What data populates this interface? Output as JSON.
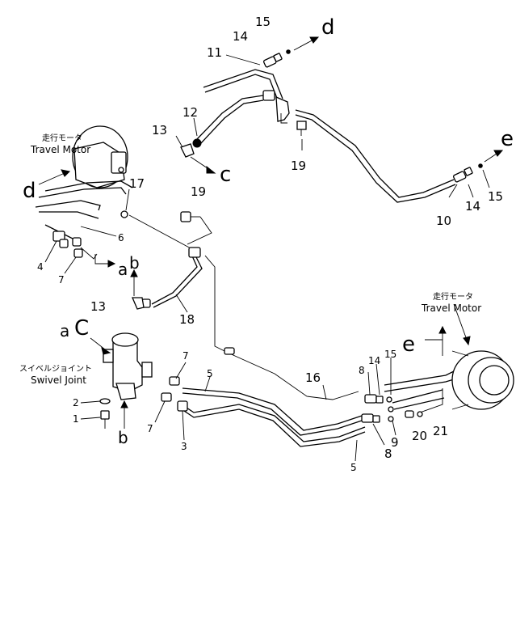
{
  "components": {
    "travel_motor_left": {
      "jp": "走行モータ",
      "en": "Travel Motor"
    },
    "travel_motor_right": {
      "jp": "走行モータ",
      "en": "Travel Motor"
    },
    "swivel_joint": {
      "jp": "スイベルジョイント",
      "en": "Swivel Joint"
    }
  },
  "flow_labels": {
    "d_top": "d",
    "e_right": "e",
    "c_mid": "c",
    "d_left": "d",
    "a_mid": "a",
    "b_mid": "b",
    "a_swivel": "a",
    "c_swivel": "C",
    "b_swivel": "b",
    "e_motor": "e"
  },
  "part_numbers": {
    "p15_top": "15",
    "p14_top": "14",
    "p11": "11",
    "p12": "12",
    "p13_top": "13",
    "p19_top": "19",
    "p10": "10",
    "p14_right": "14",
    "p15_right": "15",
    "p17": "17",
    "p19_mid": "19",
    "p6": "6",
    "p4": "4",
    "p7_left": "7",
    "p13_mid": "13",
    "p18": "18",
    "p16": "16",
    "p7_swivel_top": "7",
    "p5_top": "5",
    "p2": "2",
    "p1": "1",
    "p7_swivel_bottom": "7",
    "p3": "3",
    "p8_top": "8",
    "p14_motor": "14",
    "p15_motor": "15",
    "p9": "9",
    "p8_bottom": "8",
    "p20": "20",
    "p21": "21",
    "p5_bottom": "5"
  }
}
